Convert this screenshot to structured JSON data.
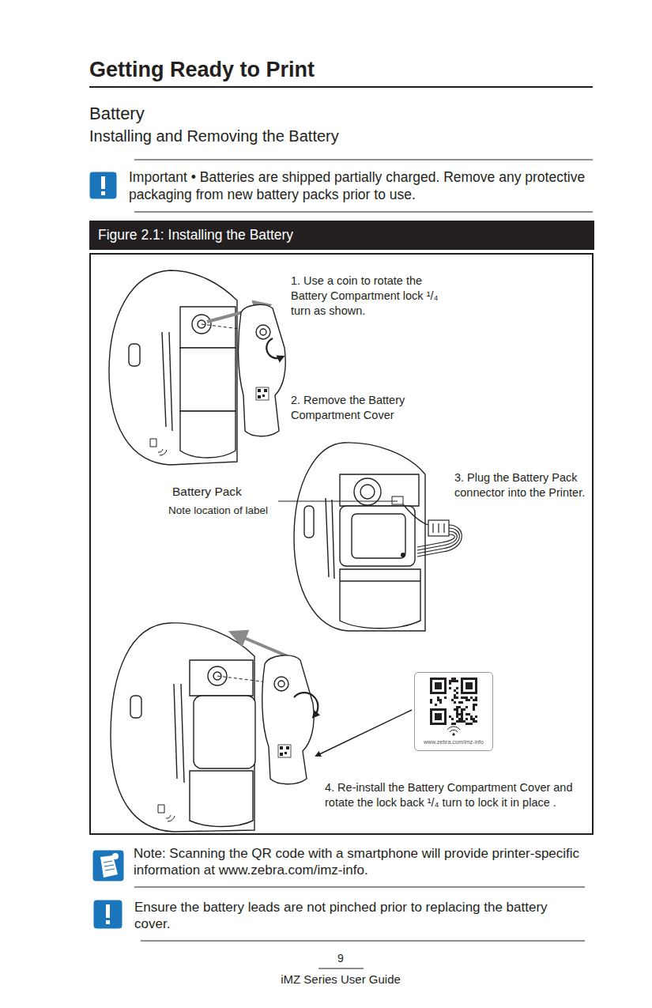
{
  "diagram": {
    "title": "Getting Ready to Print",
    "nodes": [
      {
        "text": [
          "Figure 2.1: Installing the Battery"
        ]
      },
      {
        "text": [
          "www.zebra.com/imz-info"
        ]
      }
    ],
    "labels": [
      "Battery",
      "Installing and Removing the Battery",
      "Important • Batteries are shipped partially charged. Remove any protective packaging from new battery packs prior to use.",
      "1. Use a coin to rotate the Battery Compartment lock ¹/₄ turn as shown.",
      "2. Remove the Battery Compartment Cover",
      "Battery Pack",
      "Note location of label",
      "3. Plug the Battery Pack connector into the Printer.",
      "4. Re-install the Battery Compartment Cover and rotate the lock back ¹/₄ turn to lock it in place .",
      "Note: Scanning the QR code with a smartphone will provide printer-specific information at www.zebra.com/imz-info.",
      "Ensure the battery leads are not pinched prior to replacing the battery cover.",
      "9",
      "iMZ Series User Guide"
    ]
  }
}
